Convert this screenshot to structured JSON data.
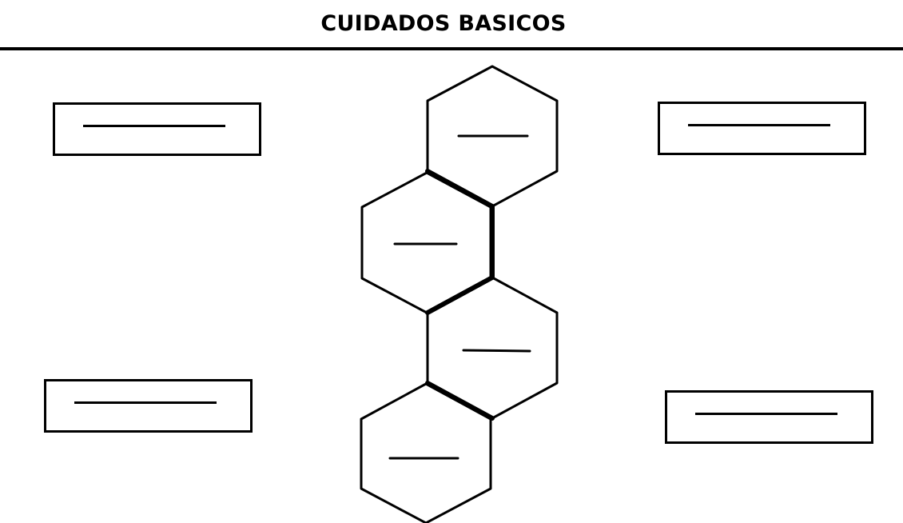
{
  "title": "CUIDADOS BASICOS",
  "colors": {
    "ink": "#000000",
    "background": "#ffffff"
  },
  "boxes": [
    {
      "id": "top-left",
      "text": ""
    },
    {
      "id": "top-right",
      "text": ""
    },
    {
      "id": "bottom-left",
      "text": ""
    },
    {
      "id": "bottom-right",
      "text": ""
    }
  ],
  "hexagons": [
    {
      "id": "hex-1",
      "text": ""
    },
    {
      "id": "hex-2",
      "text": ""
    },
    {
      "id": "hex-3",
      "text": ""
    },
    {
      "id": "hex-4",
      "text": ""
    }
  ]
}
